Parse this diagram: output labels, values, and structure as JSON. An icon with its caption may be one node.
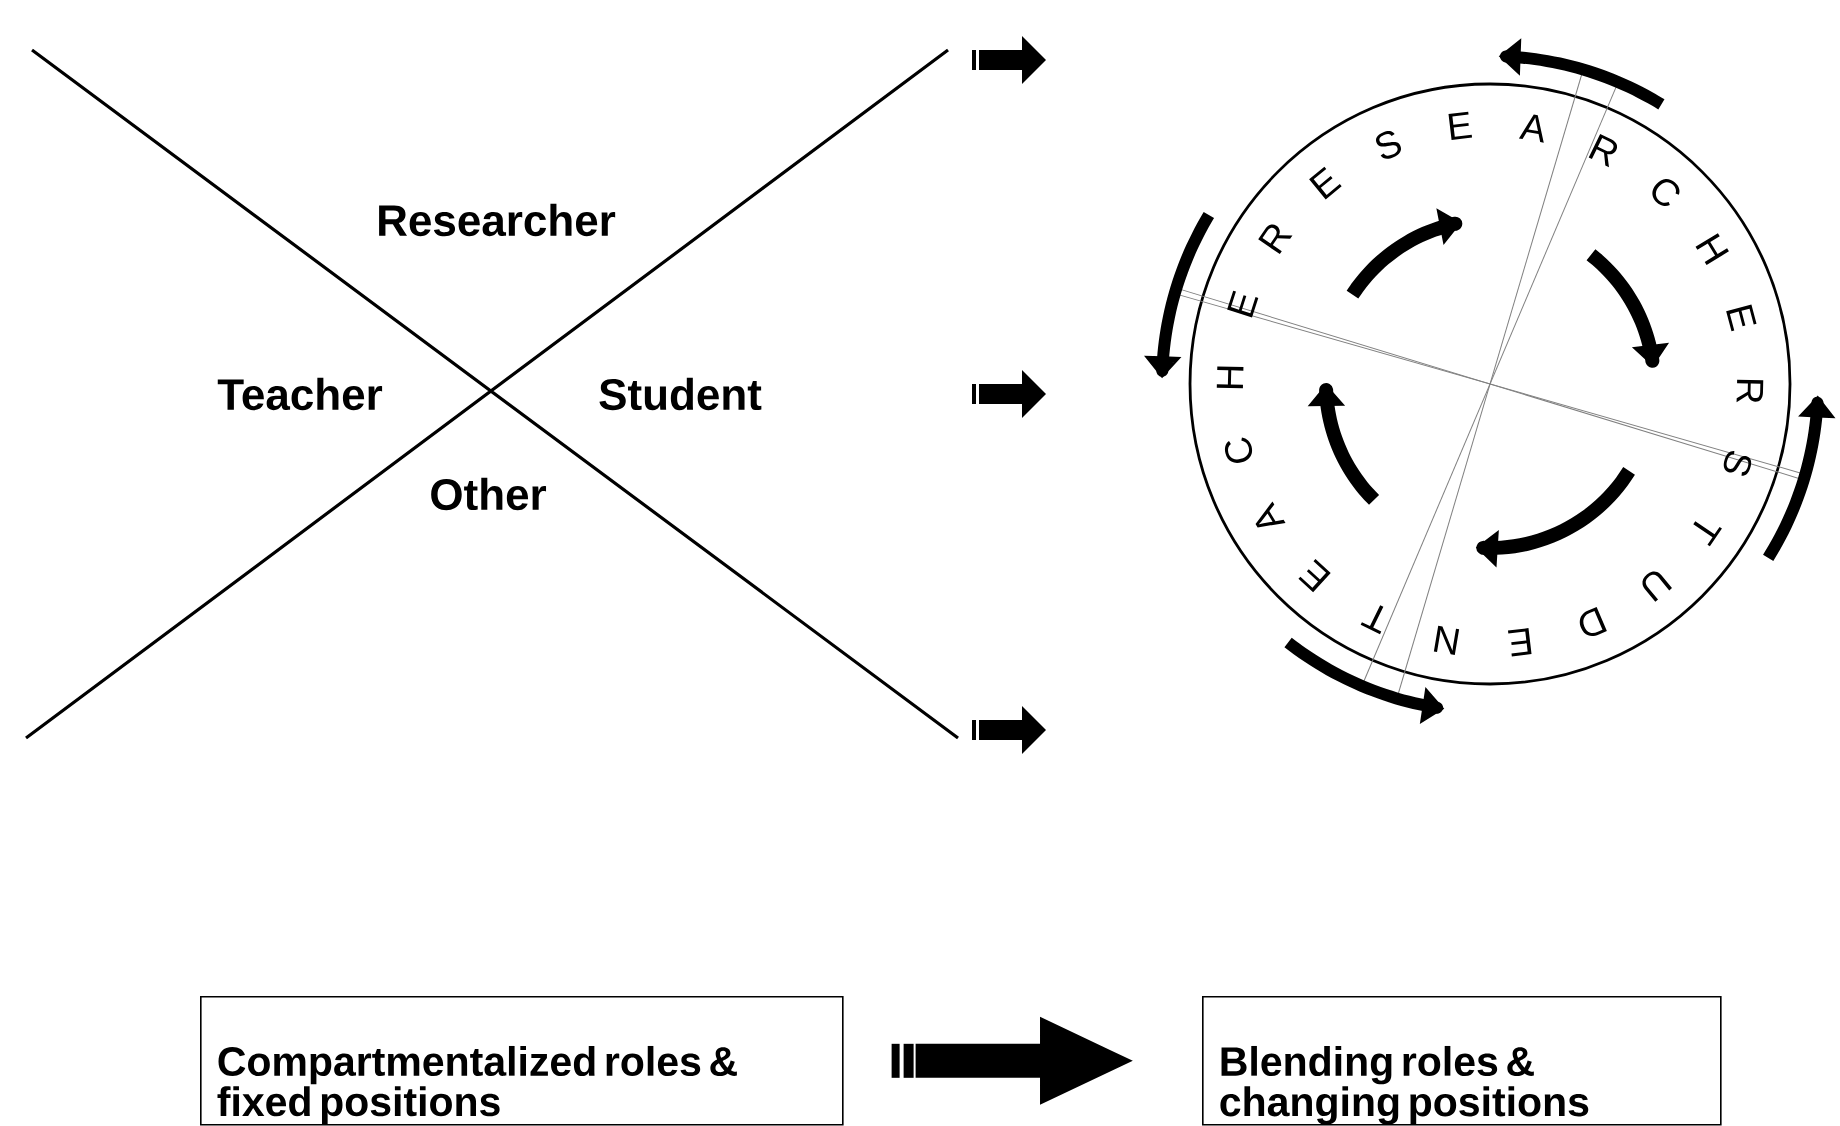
{
  "diagram": {
    "nodes": [
      {
        "text": [
          "Compartmentalized roles & fixed positions"
        ]
      },
      {
        "text": [
          "Blending roles & changing positions"
        ]
      }
    ],
    "edges": [
      {
        "from": 0,
        "to": 1,
        "arrow": "to"
      }
    ],
    "labels": [
      "Researcher",
      "Teacher",
      "Student",
      "Other",
      "T",
      "E",
      "A",
      "C",
      "H",
      "E",
      "R",
      "E",
      "S",
      "E",
      "A",
      "R",
      "C",
      "H",
      "E",
      "R",
      "S",
      "T",
      "U",
      "D",
      "E",
      "N"
    ]
  }
}
